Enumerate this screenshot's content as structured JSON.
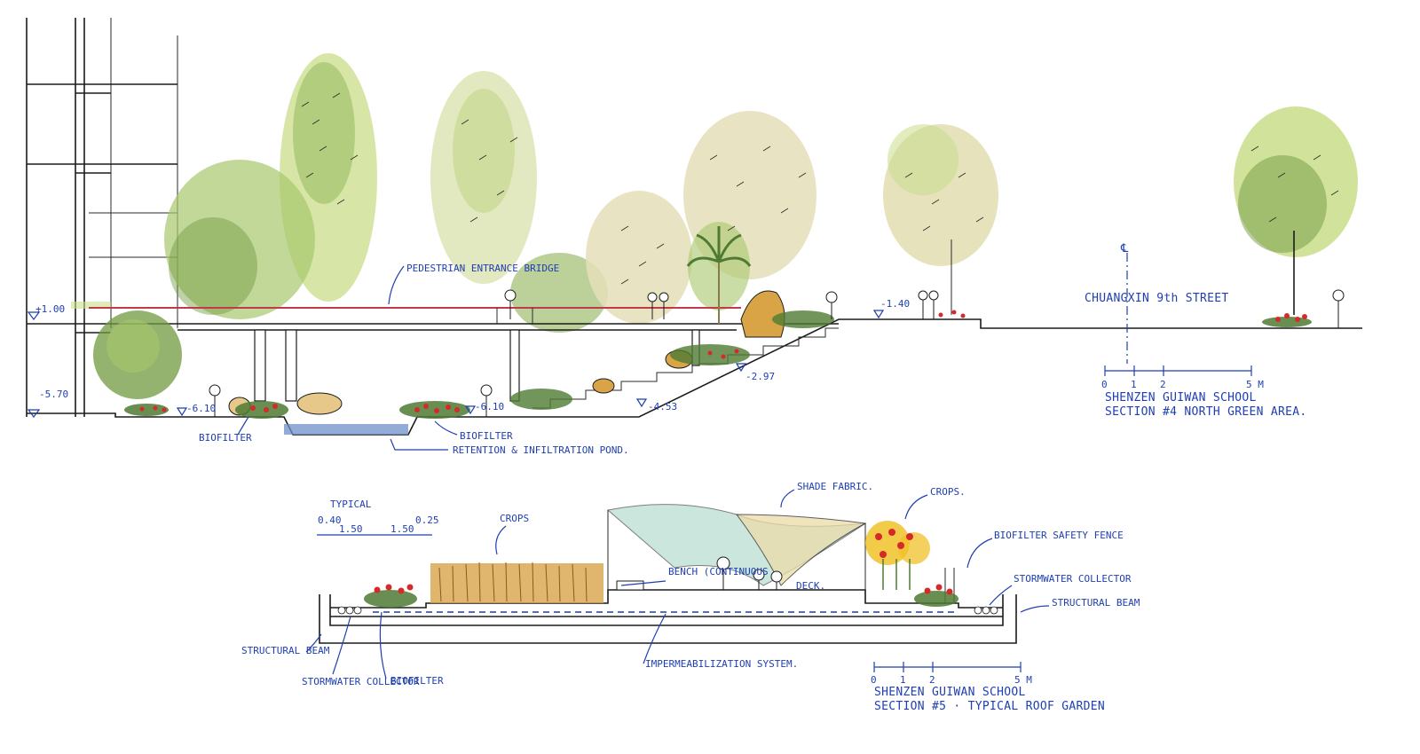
{
  "section4": {
    "bridge_label": "PEDESTRIAN ENTRANCE BRIDGE",
    "street_label": "CHUANGXIN 9th STREET",
    "centerline_symbol": "℄",
    "elev_left_high": "+1.00",
    "elev_left_low": "-5.70",
    "elev_pond_left": "-6.10",
    "elev_pond_right": "-6.10",
    "elev_slope_low": "-4.53",
    "elev_slope_mid": "-2.97",
    "elev_street": "-1.40",
    "biofilter_left": "BIOFILTER",
    "biofilter_right": "BIOFILTER",
    "pond_label": "RETENTION & INFILTRATION POND.",
    "scale_ticks": [
      "0",
      "1",
      "2",
      "5 M"
    ],
    "title_line1": "SHENZEN GUIWAN SCHOOL",
    "title_line2": "SECTION #4 NORTH GREEN AREA."
  },
  "section5": {
    "typical": "TYPICAL",
    "dim_top": [
      "0.40",
      "0.25"
    ],
    "dim_bottom": [
      "1.50",
      "1.50"
    ],
    "crops_left": "CROPS",
    "crops_right": "CROPS.",
    "shade_fabric": "SHADE FABRIC.",
    "bench": "BENCH (CONTINUOUS",
    "deck": "DECK.",
    "biofilter_fence": "BIOFILTER SAFETY FENCE",
    "stormwater_right": "STORMWATER COLLECTOR",
    "structural_right": "STRUCTURAL BEAM",
    "structural_left": "STRUCTURAL BEAM",
    "stormwater_left": "STORMWATER COLLECTOR",
    "biofilter_bottom": "BIOFILTER",
    "impermeabilization": "IMPERMEABILIZATION SYSTEM.",
    "scale_ticks": [
      "0",
      "1",
      "2",
      "5 M"
    ],
    "title_line1": "SHENZEN GUIWAN SCHOOL",
    "title_line2": "SECTION #5 · TYPICAL ROOF GARDEN"
  },
  "palette": {
    "ink": "#1b1b1b",
    "annotation_blue": "#1f3fb0",
    "foliage_light": "#c9dd8a",
    "foliage_mid": "#8fb356",
    "foliage_dark": "#4f7a33",
    "foliage_pale": "#e4dfb8",
    "flower_red": "#d62a2a",
    "rock_ochre": "#d9a446",
    "water_blue": "#6f8fc9",
    "bridge_red": "#c23a4a",
    "crop_wheat": "#d8a24a",
    "fabric_teal": "#a9d7c8",
    "fabric_cream": "#ecdca8"
  }
}
